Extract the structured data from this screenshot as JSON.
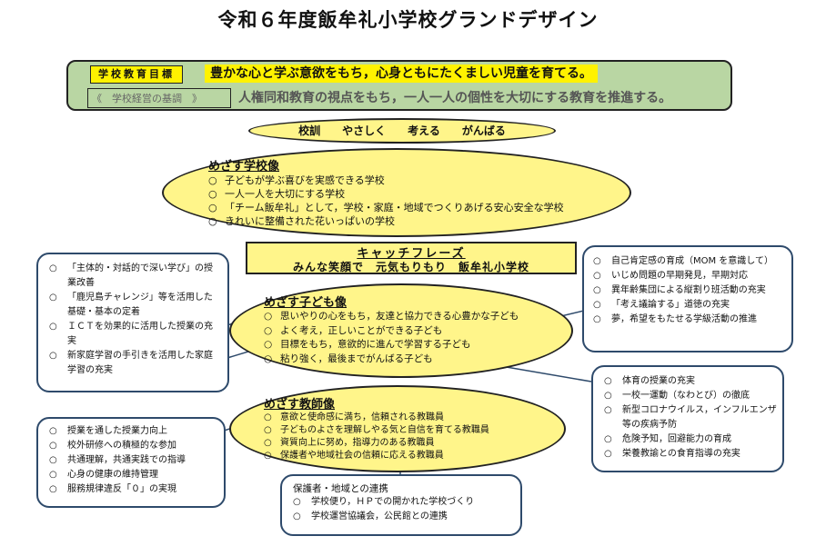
{
  "title": "令和６年度飯牟礼小学校グランドデザイン",
  "school_goal": {
    "label": "学校教育目標",
    "text": "豊かな心と学ぶ意欲をもち，心身ともにたくましい児童を育てる。"
  },
  "school_policy": {
    "label": "《　学校経営の基調　》",
    "text": "人権同和教育の視点をもち，一人一人の個性を大切にする教育を推進する。"
  },
  "motto": "校訓　　やさしく　　考える　　がんばる",
  "ideal_school": {
    "heading": "めざす学校像",
    "items": [
      "子どもが学ぶ喜びを実感できる学校",
      "一人一人を大切にする学校",
      "「チーム飯牟礼」として，学校・家庭・地域でつくりあげる安心安全な学校",
      "きれいに整備された花いっぱいの学校"
    ]
  },
  "catchphrase": {
    "title": "キャッチフレーズ",
    "text": "みんな笑顔で　元気もりもり　飯牟礼小学校"
  },
  "ideal_child": {
    "heading": "めざす子ども像",
    "items": [
      "思いやりの心をもち，友達と協力できる心豊かな子ども",
      "よく考え，正しいことができる子ども",
      "目標をもち，意欲的に進んで学習する子ども",
      "粘り強く，最後までがんばる子ども"
    ]
  },
  "ideal_teacher": {
    "heading": "めざす教師像",
    "items": [
      "意欲と使命感に満ち，信頼される教職員",
      "子どものよさを理解しやる気と自信を育てる教職員",
      "資質向上に努め，指導力のある教職員",
      "保護者や地域社会の信頼に応える教職員"
    ]
  },
  "left_top_box": {
    "items": [
      "「主体的・対話的で深い学び」の授業改善",
      "「鹿児島チャレンジ」等を活用した基礎・基本の定着",
      "ＩＣＴを効果的に活用した授業の充実",
      "新家庭学習の手引きを活用した家庭学習の充実"
    ]
  },
  "left_bottom_box": {
    "items": [
      "授業を通した授業力向上",
      "校外研修への積極的な参加",
      "共通理解，共通実践での指導",
      "心身の健康の維持管理",
      "服務規律違反「０」の実現"
    ]
  },
  "right_top_box": {
    "items": [
      "自己肯定感の育成（MOM を意識して）",
      "いじめ問題の早期発見，早期対応",
      "異年齢集団による縦割り班活動の充実",
      "「考え議論する」道徳の充実",
      "夢，希望をもたせる学級活動の推進"
    ]
  },
  "right_bottom_box": {
    "items": [
      "体育の授業の充実",
      "一校一運動（なわとび）の徹底",
      "新型コロナウイルス，インフルエンザ等の疾病予防",
      "危険予知，回避能力の育成",
      "栄養教諭との食育指導の充実"
    ]
  },
  "bottom_box": {
    "heading": "保護者・地域との連携",
    "items": [
      "学校便り，ＨＰでの開かれた学校づくり",
      "学校運営協議会，公民館との連携"
    ]
  }
}
